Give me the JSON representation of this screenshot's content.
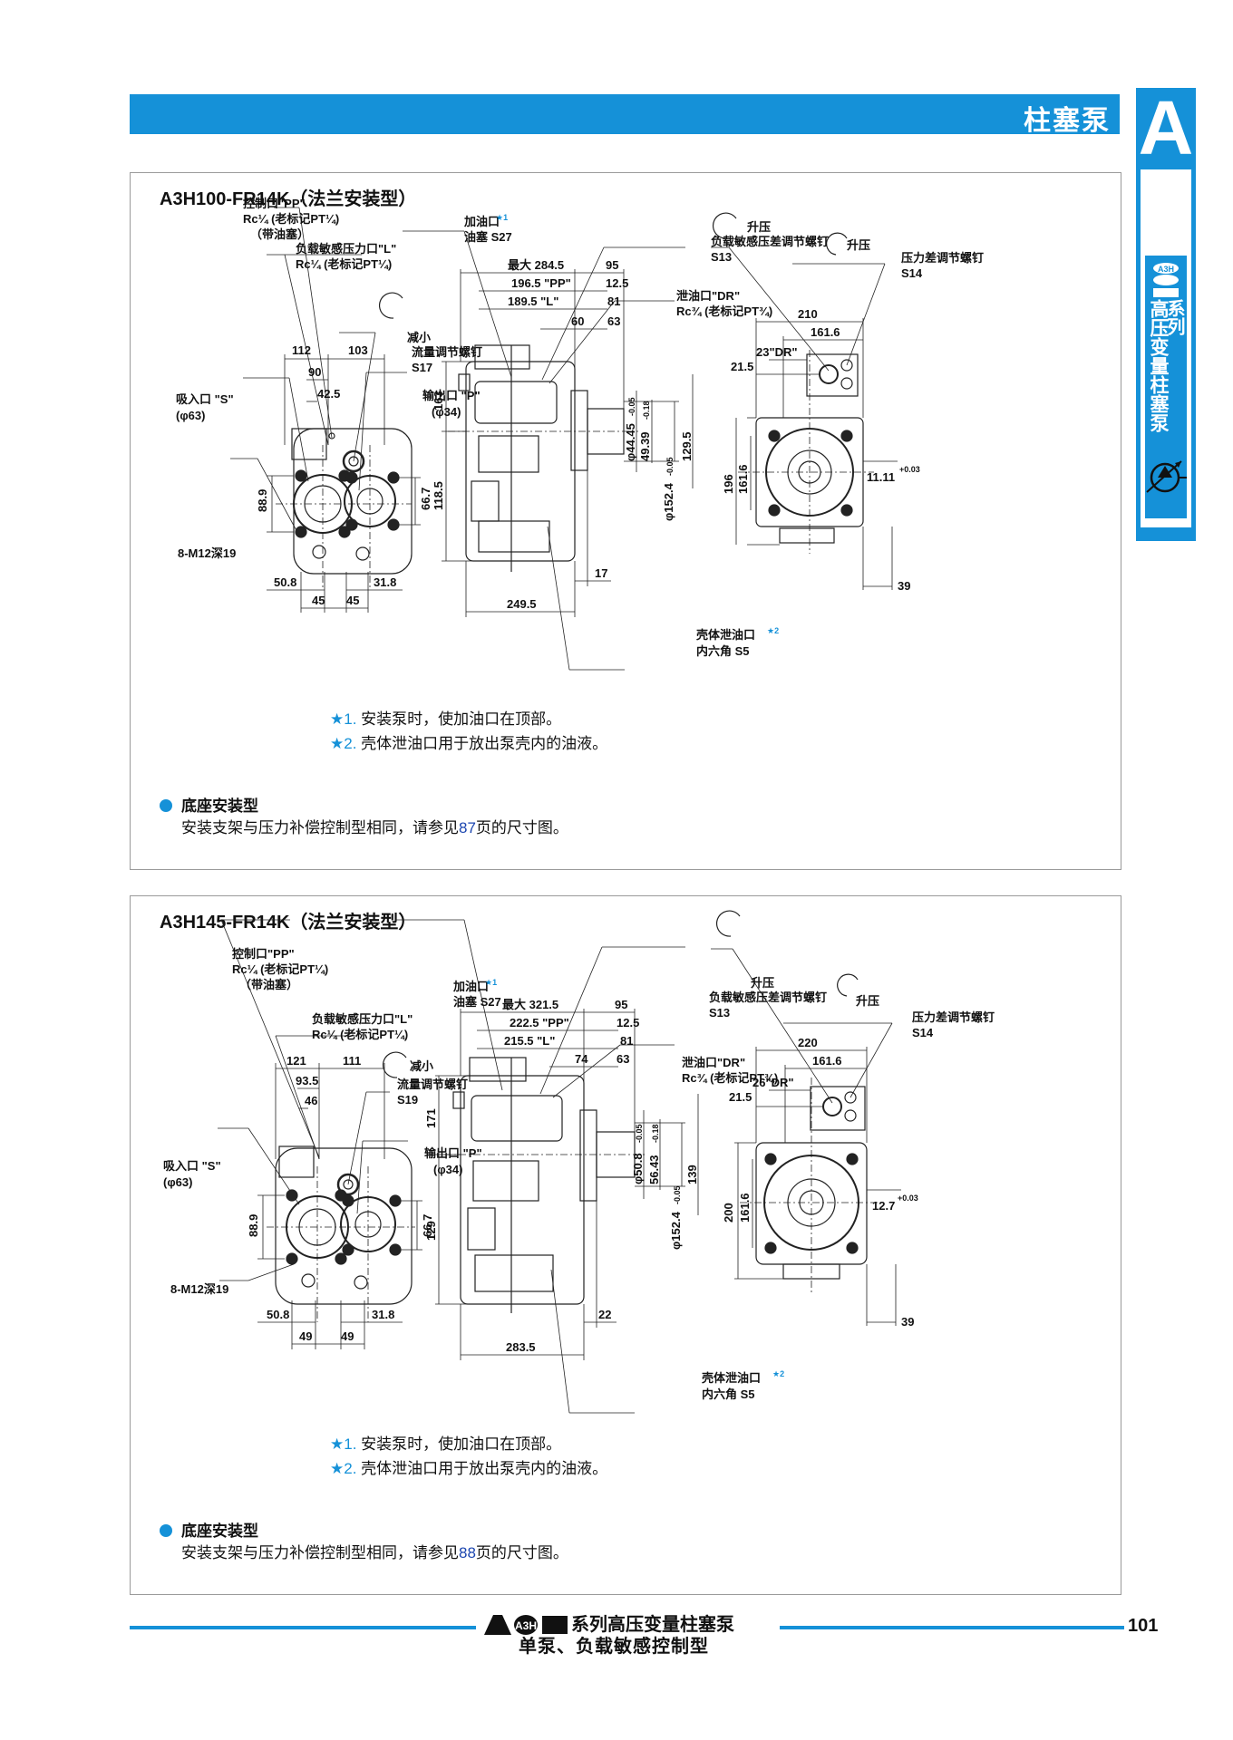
{
  "header": {
    "title": "柱塞泵"
  },
  "side_tab": {
    "letter": "A",
    "series_logo": "A3H",
    "series_word": "系列",
    "vertical_text": "高压变量柱塞泵",
    "symbol_icon": "variable-pump-symbol-icon"
  },
  "sections": [
    {
      "title": "A3H100-FR14K（法兰安装型）",
      "drawing": {
        "control_port": [
          "控制口\"PP\"",
          "Rc¼ (老标记PT¼)",
          "（带油塞）"
        ],
        "load_sense_port": [
          "负载敏感压力口\"L\"",
          "Rc¼ (老标记PT¼)"
        ],
        "fill_port": [
          "加油口",
          "油塞 S27"
        ],
        "load_sense_screw": [
          "负载敏感压差调节螺钉",
          "S13"
        ],
        "pressure_screw": [
          "压力差调节螺钉",
          "S14"
        ],
        "flow_screw": [
          "流量调节螺钉",
          "S17"
        ],
        "drain_port": [
          "泄油口\"DR\"",
          "Rc¾ (老标记PT¾)"
        ],
        "suction_port": [
          "吸入口 \"S\"",
          "(φ63)"
        ],
        "outlet_port": [
          "输出口 \"P\"",
          "(φ34)"
        ],
        "bolt": "8-M12深19",
        "case_drain": [
          "壳体泄油口",
          "内六角 S5"
        ],
        "rise_1": "升压",
        "rise_2": "升压",
        "reduce": "减小",
        "front_dims": [
          "112",
          "103",
          "90",
          "42.5",
          "88.9",
          "66.7",
          "50.8",
          "31.8",
          "45",
          "45"
        ],
        "side_dims": [
          "最大 284.5",
          "95",
          "196.5 \"PP\"",
          "12.5",
          "189.5 \"L\"",
          "81",
          "60",
          "63",
          "163",
          "118.5",
          "249.5",
          "17"
        ],
        "shaft_dims": [
          "φ44.45",
          "-0.05",
          "49.39",
          "-0.18",
          "φ152.4",
          "-0.05",
          "129.5"
        ],
        "right_dims": [
          "210",
          "161.6",
          "23\"DR\"",
          "21.5",
          "11.11",
          "+0.03",
          "196",
          "161.6",
          "39"
        ]
      },
      "notes": [
        {
          "mark": "★1.",
          "text": "安装泵时，使加油口在顶部。"
        },
        {
          "mark": "★2.",
          "text": "壳体泄油口用于放出泵壳内的油液。"
        }
      ],
      "base": {
        "title": "底座安装型",
        "text_pre": "安装支架与压力补偿控制型相同，请参见",
        "page_ref": "87",
        "text_post": "页的尺寸图。"
      }
    },
    {
      "title": "A3H145-FR14K（法兰安装型）",
      "drawing": {
        "control_port": [
          "控制口\"PP\"",
          "Rc¼ (老标记PT¼)",
          "（带油塞）"
        ],
        "load_sense_port": [
          "负载敏感压力口\"L\"",
          "Rc¼ (老标记PT¼)"
        ],
        "fill_port": [
          "加油口",
          "油塞 S27"
        ],
        "load_sense_screw": [
          "负载敏感压差调节螺钉",
          "S13"
        ],
        "pressure_screw": [
          "压力差调节螺钉",
          "S14"
        ],
        "flow_screw": [
          "流量调节螺钉",
          "S19"
        ],
        "drain_port": [
          "泄油口\"DR\"",
          "Rc¾ (老标记PT¾)"
        ],
        "suction_port": [
          "吸入口 \"S\"",
          "(φ63)"
        ],
        "outlet_port": [
          "输出口 \"P\"",
          "(φ34)"
        ],
        "bolt": "8-M12深19",
        "case_drain": [
          "壳体泄油口",
          "内六角 S5"
        ],
        "rise_1": "升压",
        "rise_2": "升压",
        "reduce": "减小",
        "front_dims": [
          "121",
          "111",
          "93.5",
          "46",
          "88.9",
          "66.7",
          "50.8",
          "31.8",
          "49",
          "49"
        ],
        "side_dims": [
          "最大 321.5",
          "95",
          "222.5 \"PP\"",
          "12.5",
          "215.5 \"L\"",
          "81",
          "74",
          "63",
          "171",
          "129",
          "283.5",
          "22"
        ],
        "shaft_dims": [
          "φ50.8",
          "-0.05",
          "56.43",
          "-0.18",
          "φ152.4",
          "-0.05",
          "139"
        ],
        "right_dims": [
          "220",
          "161.6",
          "26\"DR\"",
          "21.5",
          "12.7",
          "+0.03",
          "200",
          "161.6",
          "39"
        ]
      },
      "notes": [
        {
          "mark": "★1.",
          "text": "安装泵时，使加油口在顶部。"
        },
        {
          "mark": "★2.",
          "text": "壳体泄油口用于放出泵壳内的油液。"
        }
      ],
      "base": {
        "title": "底座安装型",
        "text_pre": "安装支架与压力补偿控制型相同，请参见",
        "page_ref": "88",
        "text_post": "页的尺寸图。"
      }
    }
  ],
  "footer": {
    "logo": "A3H",
    "line1": "系列高压变量柱塞泵",
    "line2": "单泵、负载敏感控制型",
    "page_number": "101"
  },
  "colors": {
    "accent": "#1591d8",
    "link": "#1c46b0",
    "border": "#9a9a9a"
  }
}
